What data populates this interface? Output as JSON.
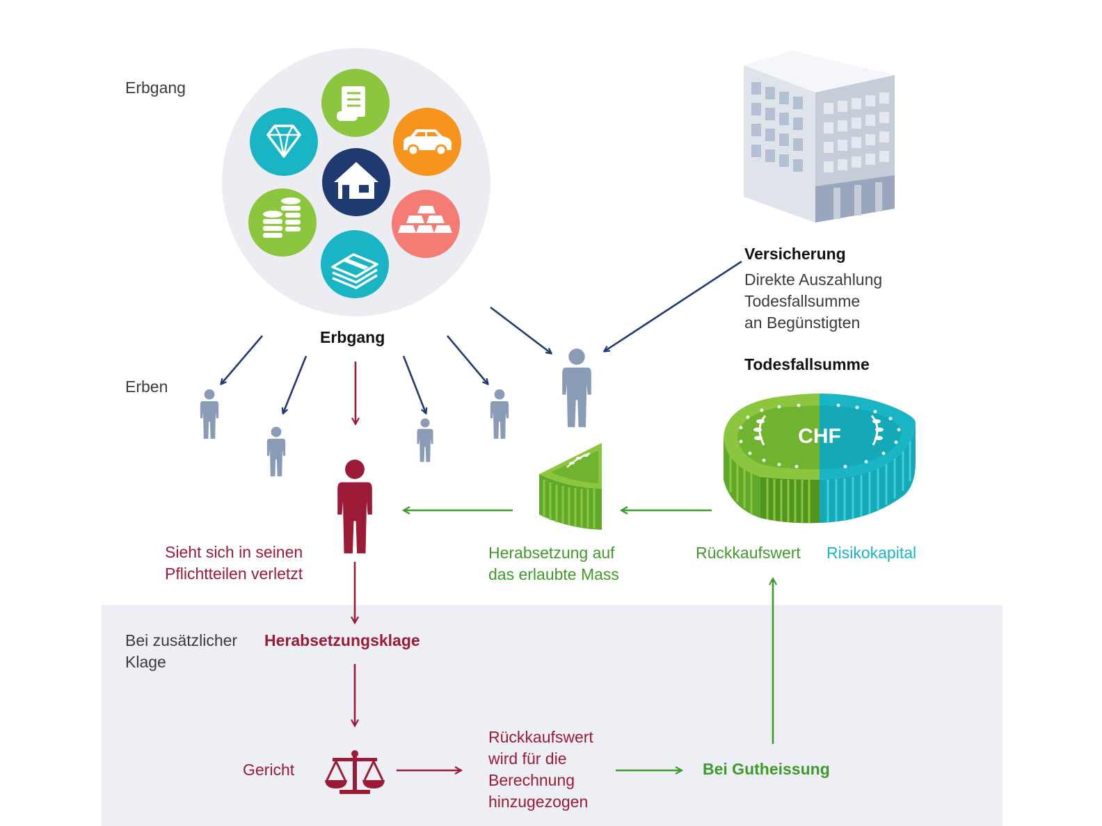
{
  "labels": {
    "erbgang_side": "Erbgang",
    "erbgang_center": "Erbgang",
    "erben": "Erben",
    "versicherung_title": "Versicherung",
    "versicherung_desc": [
      "Direkte Auszahlung",
      "Todesfallsumme",
      "an Begünstigten"
    ],
    "todesfallsumme": "Todesfallsumme",
    "chf": "CHF",
    "verletzt": [
      "Sieht sich in seinen",
      "Pflichtteilen verletzt"
    ],
    "herabsetzung": [
      "Herabsetzung auf",
      "das erlaubte Mass"
    ],
    "rueckkaufswert": "Rückkaufswert",
    "risikokapital": "Risikokapital",
    "zusaetzliche_klage": [
      "Bei zusätzlicher",
      "Klage"
    ],
    "herabsetzungsklage": "Herabsetzungsklage",
    "gericht": "Gericht",
    "berechnung": [
      "Rückkaufswert",
      "wird für die",
      "Berechnung",
      "hinzugezogen"
    ],
    "gutheissung": "Bei Gutheissung"
  },
  "icons": [
    "document-icon",
    "diamond-icon",
    "car-icon",
    "house-icon",
    "coins-icon",
    "gold-bars-icon",
    "money-stack-icon",
    "office-building-icon",
    "heir-icon",
    "scales-icon",
    "coin-icon",
    "coin-slice-icon"
  ],
  "colors": {
    "navy": "#1e3a6e",
    "red": "#9b1b36",
    "green": "#3f9a2b",
    "lime": "#8cc63f",
    "teal": "#19b5c4",
    "orange": "#f7941d",
    "salmon": "#f47c75",
    "person_gray": "#8a9bb5",
    "panel": "#edeff4"
  }
}
